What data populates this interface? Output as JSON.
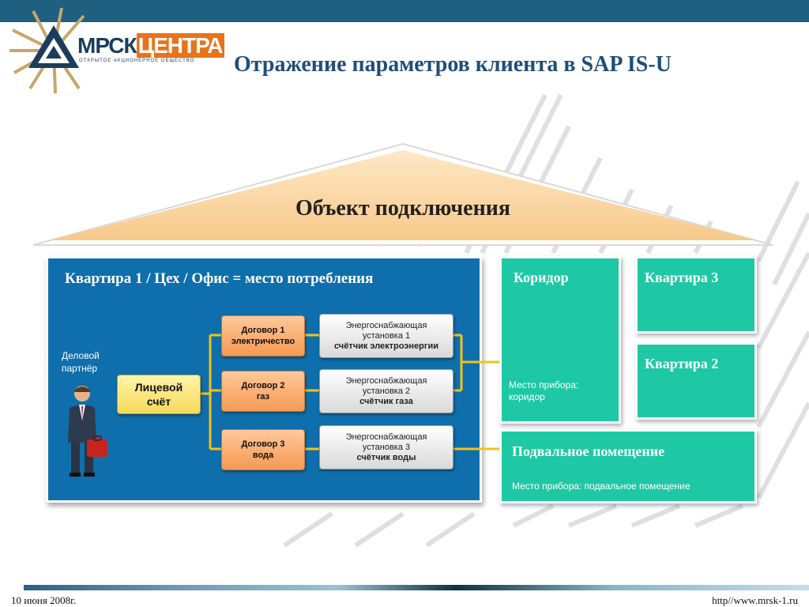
{
  "logo": {
    "brand_a": "МРСК",
    "brand_b": "ЦЕНТРА",
    "subtitle": "ОТКРЫТОЕ АКЦИОНЕРНОЕ ОБЩЕСТВО"
  },
  "title": "Отражение параметров клиента в  SAP IS-U",
  "roof": {
    "label": "Объект  подключения"
  },
  "panel": {
    "title": "Квартира 1 / Цех / Офис = место потребления",
    "partner_label": "Деловой партнёр",
    "account": {
      "line1": "Лицевой",
      "line2": "счёт"
    },
    "contracts": [
      {
        "line1": "Договор 1",
        "line2": "электричество"
      },
      {
        "line1": "Договор 2",
        "line2": "газ"
      },
      {
        "line1": "Договор 3",
        "line2": "вода"
      }
    ],
    "installations": [
      {
        "line1": "Энергоснабжающая",
        "line2": "установка 1",
        "meter": "счётчик электроэнергии"
      },
      {
        "line1": "Энергоснабжающая",
        "line2": "установка 2",
        "meter": "счётчик газа"
      },
      {
        "line1": "Энергоснабжающая",
        "line2": "установка 3",
        "meter": "счётчик воды"
      }
    ]
  },
  "tiles": {
    "corridor": {
      "title": "Коридор",
      "sub": "Место прибора: коридор"
    },
    "apt3": {
      "title": "Квартира 3"
    },
    "apt2": {
      "title": "Квартира 2"
    },
    "basement": {
      "title": "Подвальное помещение",
      "sub": "Место прибора: подвальное помещение"
    }
  },
  "colors": {
    "panel": "#0e6fac",
    "tile": "#1fc8a4",
    "roof": "#fbd7a0",
    "contract": "#f59a52",
    "account": "#f6d95a",
    "connector": "#f2c21a"
  },
  "footer": {
    "date": "10 июня 2008г.",
    "url": "http//www.mrsk-1.ru"
  }
}
